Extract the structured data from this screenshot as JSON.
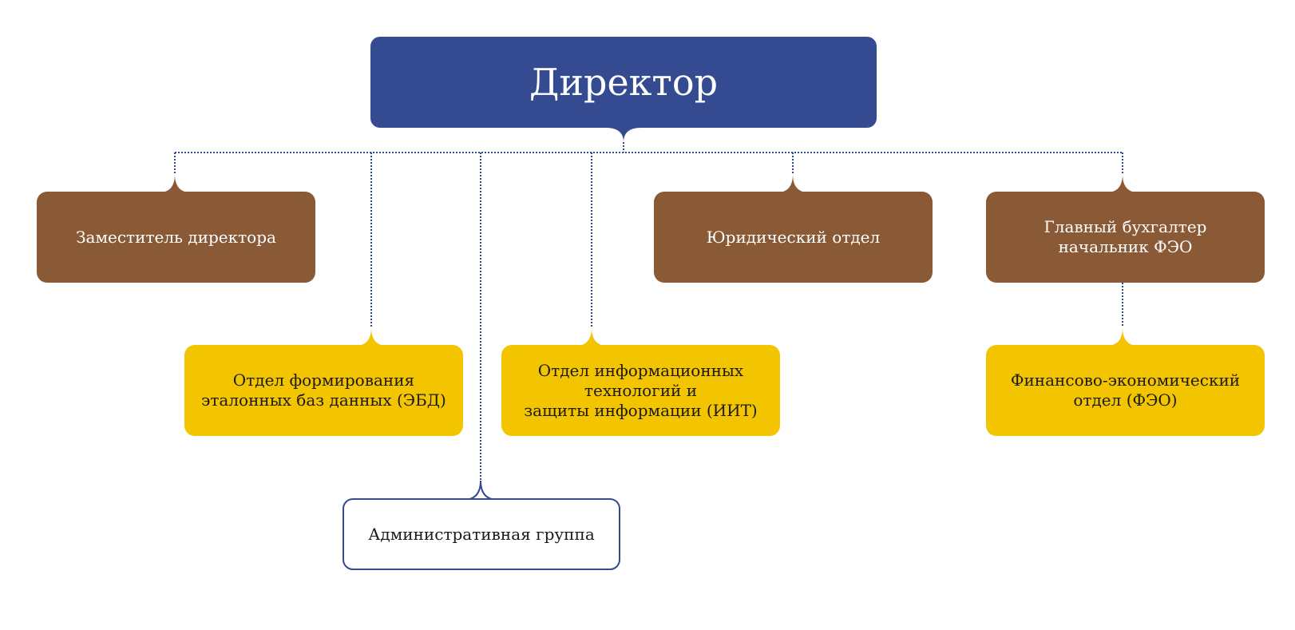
{
  "colors": {
    "director": "#344a91",
    "deputy_level": "#8a5a36",
    "department": "#f2c500",
    "group_border": "#344a91",
    "connector": "#344a91"
  },
  "director": {
    "label": "Директор"
  },
  "deputy": {
    "label": "Заместитель директора"
  },
  "legal": {
    "label": "Юридический отдел"
  },
  "chief_accountant": {
    "label": "Главный бухгалтер\nначальник ФЭО"
  },
  "ebd": {
    "label": "Отдел формирования\nэталонных баз данных (ЭБД)"
  },
  "iit": {
    "label": "Отдел информационных\nтехнологий и\nзащиты информации (ИИТ)"
  },
  "feo": {
    "label": "Финансово-экономический\nотдел (ФЭО)"
  },
  "admin": {
    "label": "Административная группа"
  }
}
